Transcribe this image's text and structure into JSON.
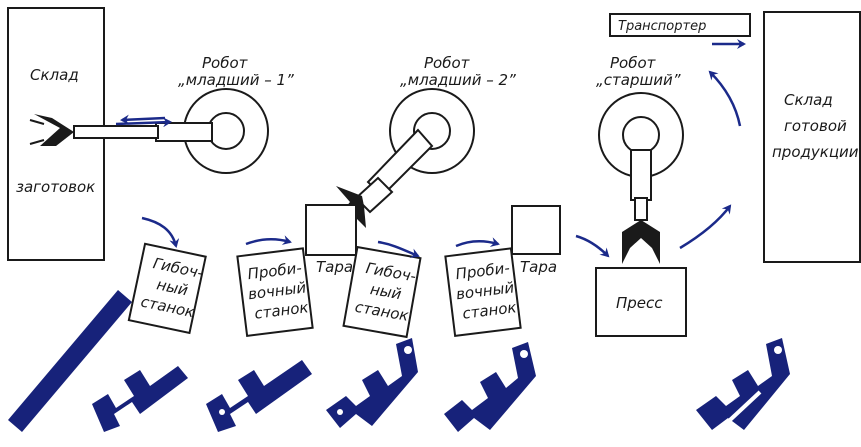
{
  "warehouse_blanks": {
    "line1": "Склад",
    "line2": "заготовок"
  },
  "warehouse_finished": {
    "line1": "Склад",
    "line2": "готовой",
    "line3": "продукции"
  },
  "transporter": "Транспортер",
  "robots": [
    {
      "line1": "Робот",
      "line2": "„младший – 1”"
    },
    {
      "line1": "Робот",
      "line2": "„младший – 2”"
    },
    {
      "line1": "Робот",
      "line2": "„старший”"
    }
  ],
  "machines": [
    {
      "lines": [
        "Гибоч-",
        "ный",
        "станок"
      ]
    },
    {
      "lines": [
        "Проби-",
        "вочный",
        "станок"
      ]
    },
    {
      "lines": [
        "Гибоч-",
        "ный",
        "станок"
      ]
    },
    {
      "lines": [
        "Проби-",
        "вочный",
        "станок"
      ]
    }
  ],
  "containers": [
    {
      "label": "Тара"
    },
    {
      "label": "Тара"
    }
  ],
  "press": "Пресс",
  "colors": {
    "ink": "#1a1a1a",
    "arrow": "#1b2a8a",
    "part": "#17227a"
  },
  "icons": [
    "robot-arm-icon",
    "gripper-icon",
    "flow-arrow-icon",
    "workpiece-icon"
  ]
}
